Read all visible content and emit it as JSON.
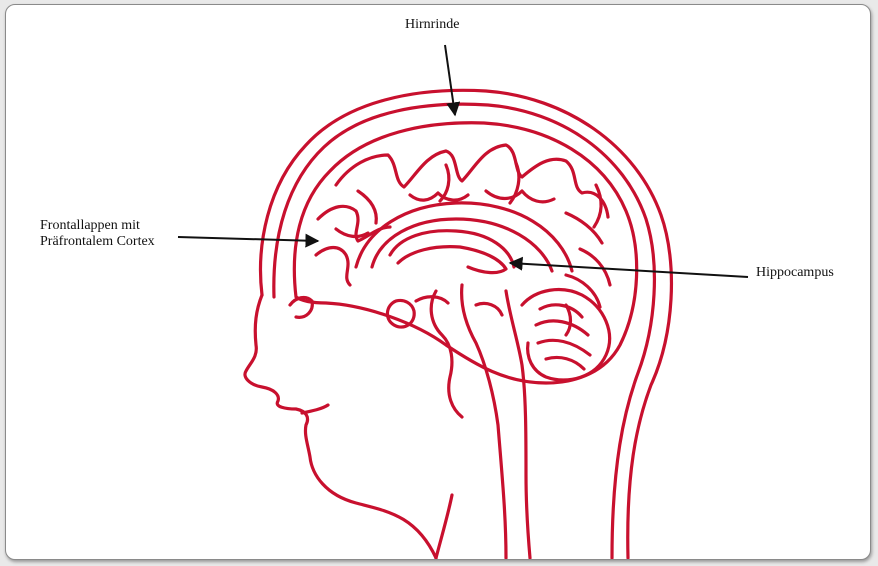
{
  "labels": {
    "cortex": "Hirnrinde",
    "frontal_line1": "Frontallappen mit",
    "frontal_line2": "Präfrontalem Cortex",
    "hippocampus": "Hippocampus"
  },
  "colors": {
    "brain": "#c8102e",
    "arrow": "#111111",
    "background": "#ffffff",
    "border": "#8a8a8a"
  }
}
